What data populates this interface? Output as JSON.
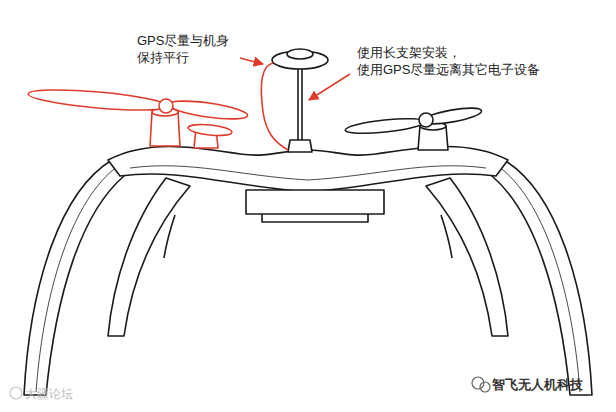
{
  "diagram": {
    "labels": [
      "GPS尽量与机身 保持平行",
      "使用长支架安装， 使用GPS尽量远离其它电子设备",
      "智飞无人机科技",
      "大疆论坛"
    ]
  }
}
